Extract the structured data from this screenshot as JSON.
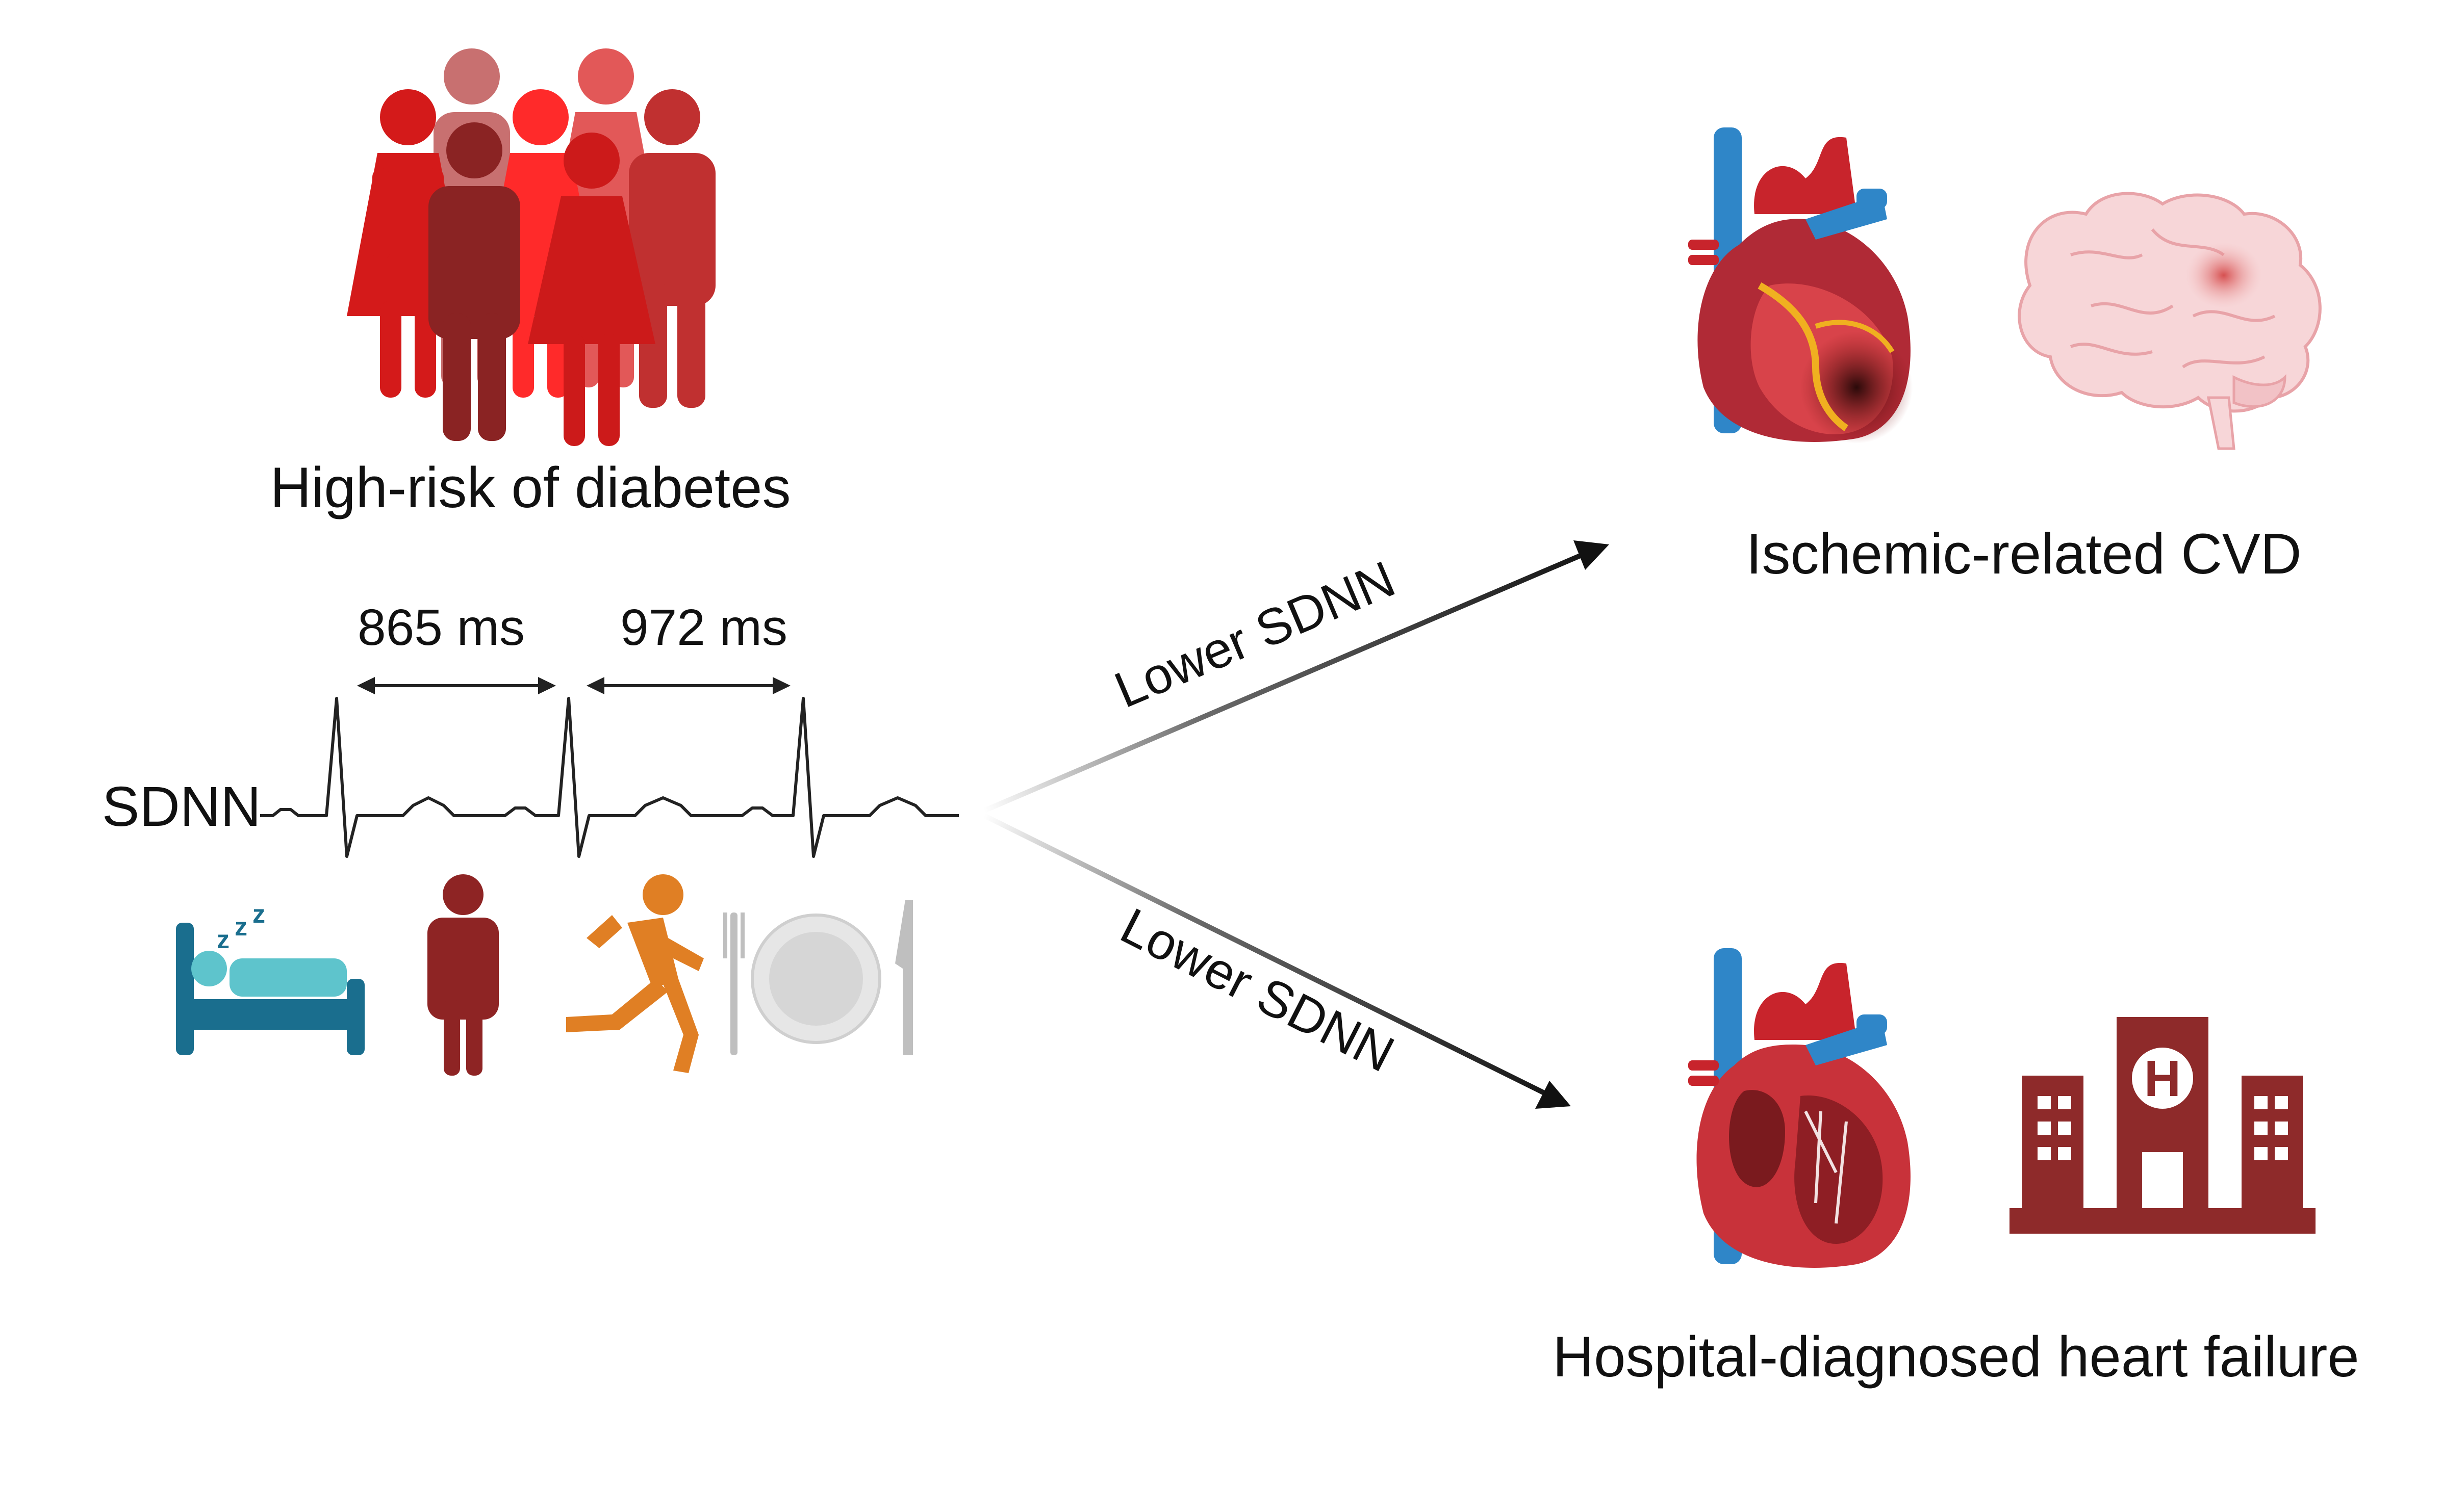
{
  "population": {
    "label": "High-risk of diabetes",
    "colors": [
      "#c87070",
      "#e25858",
      "#d41a1a",
      "#a81a1a",
      "#ff2a2a",
      "#c03030",
      "#8a2323",
      "#cc1a1a"
    ]
  },
  "ecg": {
    "label": "SDNN",
    "interval_1": "865 ms",
    "interval_2": "972 ms"
  },
  "activities": {
    "icons": [
      "sleeping-in-bed-icon",
      "standing-person-icon",
      "running-person-icon",
      "fork-plate-knife-icon"
    ],
    "colors": {
      "bed": "#1a6e8e",
      "sleeper": "#5ec4cc",
      "standing": "#8e2424",
      "running": "#e07f24",
      "plate": "#d8d8d8"
    }
  },
  "arrows": {
    "upper_label": "Lower SDNN",
    "lower_label": "Lower SDNN"
  },
  "outcomes": {
    "top": {
      "label": "Ischemic-related CVD",
      "icons": [
        "ischemic-heart-icon",
        "brain-stroke-icon"
      ]
    },
    "bottom": {
      "label": "Hospital-diagnosed heart failure",
      "icons": [
        "heart-cross-section-icon",
        "hospital-icon"
      ],
      "hospital_letter": "H",
      "hospital_color": "#8e2a2a"
    }
  }
}
